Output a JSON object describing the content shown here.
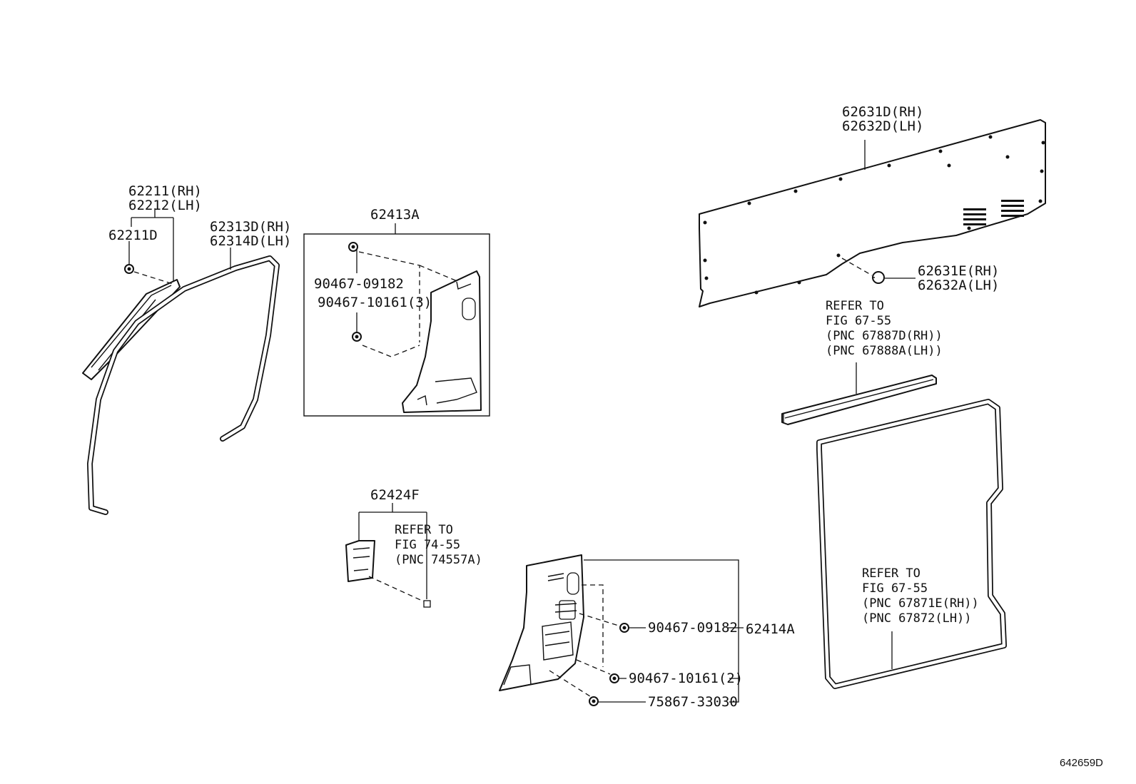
{
  "labels": {
    "p62211_rh": "62211(RH)",
    "p62212_lh": "62212(LH)",
    "p62211d": "62211D",
    "p62313d_rh": "62313D(RH)",
    "p62314d_lh": "62314D(LH)",
    "p62413a": "62413A",
    "bolt_a_upper": "90467-09182",
    "bolt_b_upper": "90467-10161(3)",
    "p62424f": "62424F",
    "refer_74_line1": "REFER TO",
    "refer_74_line2": "FIG 74-55",
    "refer_74_line3": "(PNC 74557A)",
    "p62631d_rh": "62631D(RH)",
    "p62632d_lh": "62632D(LH)",
    "p62631e_rh": "62631E(RH)",
    "p62632a_lh": "62632A(LH)",
    "refer_6755a_line1": "REFER TO",
    "refer_6755a_line2": "FIG 67-55",
    "refer_6755a_line3": "(PNC 67887D(RH))",
    "refer_6755a_line4": "(PNC 67888A(LH))",
    "refer_6755b_line1": "REFER TO",
    "refer_6755b_line2": "FIG 67-55",
    "refer_6755b_line3": "(PNC 67871E(RH))",
    "refer_6755b_line4": "(PNC 67872(LH))",
    "bolt_a_lower": "90467-09182",
    "bolt_b_lower": "90467-10161(2)",
    "clip_lower": "75867-33030",
    "p62414a": "62414A",
    "figure_code": "642659D"
  }
}
